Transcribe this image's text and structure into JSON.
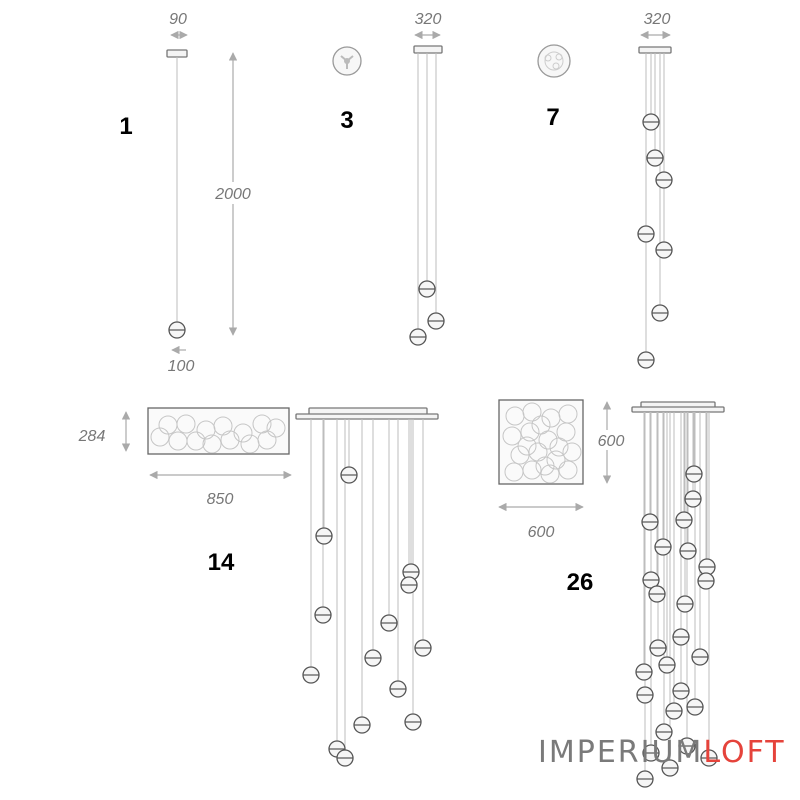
{
  "dimensions": {
    "canopy_width_small": "90",
    "ball_width": "100",
    "drop_height": "2000",
    "canopy_width_3": "320",
    "canopy_width_7": "320",
    "canopy_depth_14": "284",
    "canopy_width_14": "850",
    "canopy_height_26": "600",
    "canopy_width_26": "600"
  },
  "models": {
    "m1": "1",
    "m3": "3",
    "m7": "7",
    "m14": "14",
    "m26": "26"
  },
  "watermark": {
    "part1": "IMPERIUM",
    "part2": "LOFT",
    "color1": "#7a7a7a",
    "color2": "#e5433b"
  }
}
